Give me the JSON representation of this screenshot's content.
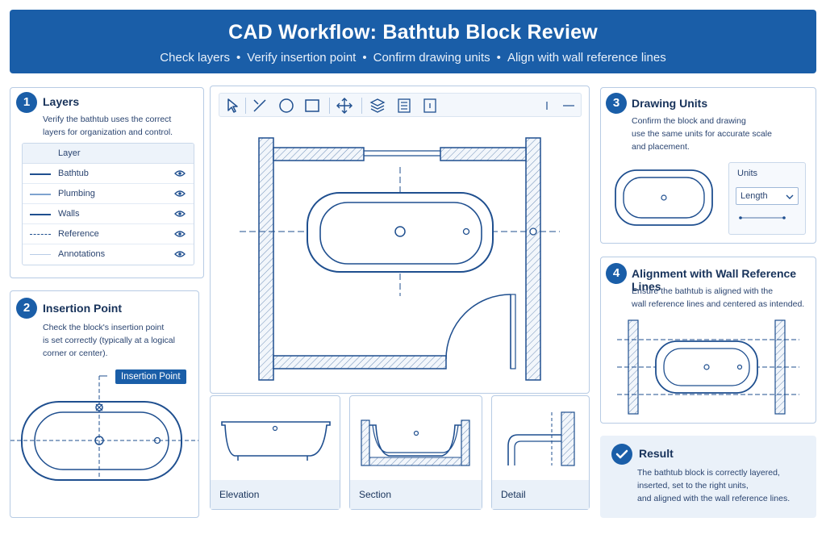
{
  "header": {
    "title": "CAD Workflow: Bathtub Block Review",
    "steps": [
      "Check layers",
      "Verify insertion point",
      "Confirm drawing units",
      "Align with wall reference lines"
    ]
  },
  "layers": {
    "number": "1",
    "title": "Layers",
    "description": [
      "Verify the bathtub uses the correct",
      "layers for organization and control."
    ],
    "table_header": "Layer",
    "rows": [
      {
        "name": "Bathtub",
        "line": "solid-dark"
      },
      {
        "name": "Plumbing",
        "line": "solid-light"
      },
      {
        "name": "Walls",
        "line": "solid-dark"
      },
      {
        "name": "Reference",
        "line": "dashed"
      },
      {
        "name": "Annotations",
        "line": "solid-faint"
      }
    ]
  },
  "insertion": {
    "number": "2",
    "title": "Insertion Point",
    "description": [
      "Check the block's insertion point",
      "is set correctly (typically at a logical",
      "corner or center)."
    ],
    "callout": "Insertion Point"
  },
  "viewport": {
    "toolbar": [
      "select-icon",
      "line-icon",
      "circle-icon",
      "rectangle-icon",
      "move-icon",
      "layers-icon",
      "properties-icon",
      "block-icon"
    ],
    "views": [
      "Elevation",
      "Section",
      "Detail"
    ]
  },
  "units": {
    "number": "3",
    "title": "Drawing Units",
    "description": [
      "Confirm the block and drawing",
      "use the same units for accurate scale",
      "and placement."
    ],
    "box_label": "Units",
    "select_value": "Length"
  },
  "alignment": {
    "number": "4",
    "title": "Alignment with Wall Reference Lines",
    "description": [
      "Ensure the bathtub is aligned with the",
      "wall reference lines and centered as intended."
    ]
  },
  "result": {
    "title": "Result",
    "description": [
      "The bathtub block is correctly layered,",
      "inserted, set to the right units,",
      "and aligned with the wall reference lines."
    ]
  },
  "colors": {
    "primary": "#1a5ea8",
    "line": "#1f4f8f",
    "panel_border": "#b7cbe4",
    "soft_fill": "#eaf1f9"
  }
}
